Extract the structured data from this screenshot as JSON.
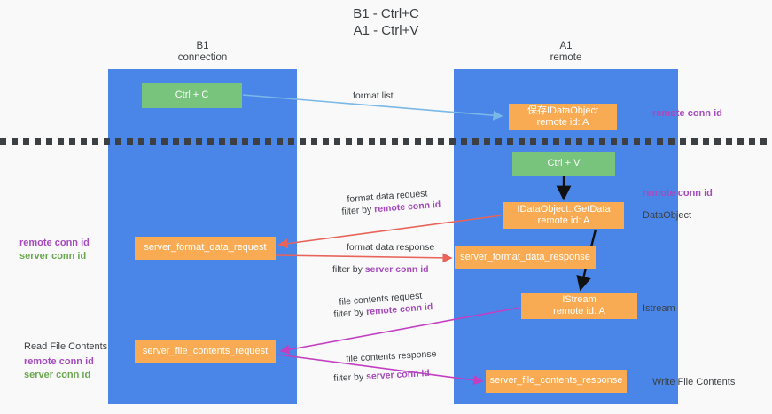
{
  "diagram": {
    "title": "B1 - Ctrl+C\nA1 - Ctrl+V",
    "columns": [
      {
        "label": "B1\nconnection"
      },
      {
        "label": "A1\nremote"
      }
    ],
    "nodes": {
      "ctrl_c": "Ctrl + C",
      "ctrl_v": "Ctrl + V",
      "data_object": "保存IDataObject\nremote id: A",
      "get_data": "IDataObject::GetData\nremote id: A",
      "istream": "IStream\nremote id: A",
      "server_format_data_request": "server_format_data_request",
      "server_format_data_response": "server_format_data_response",
      "server_file_contents_request": "server_file_contents_request",
      "server_file_contents_response": "server_file_contents_response"
    },
    "edge_labels": {
      "format_list": "format list",
      "format_data_request": "format data request",
      "format_data_request_filter_prefix": "filter by ",
      "format_data_request_filter_key": "remote conn id",
      "format_data_response": "format data response",
      "format_data_response_filter_prefix": "filter by ",
      "format_data_response_filter_key": "server conn id",
      "file_contents_request": "file contents request",
      "file_contents_request_filter_prefix": "filter by ",
      "file_contents_request_filter_key": "remote conn id",
      "file_contents_response": "file contents response",
      "file_contents_response_filter_prefix": "filter by ",
      "file_contents_response_filter_key": "server conn id"
    },
    "annotations": {
      "remote_conn_id_top": "remote conn id",
      "remote_conn_id_mid": "remote conn id",
      "dataobject": "DataObject",
      "istream": "Istream",
      "write_file_contents": "Write File Contents",
      "read_file_contents": "Read File Contents",
      "left_remote_conn_id": "remote conn id",
      "left_server_conn_id": "server conn id",
      "left_remote_conn_id_2": "remote conn id",
      "left_server_conn_id_2": "server conn id"
    },
    "colors": {
      "lane": "#4a86e8",
      "node_green": "#78c47c",
      "node_orange": "#f9ab53",
      "accent_purple": "#a64bbd",
      "accent_green": "#6aa84f",
      "arrow_red": "#e8645a",
      "arrow_blue": "#7ab8e8",
      "arrow_magenta": "#c23fc2",
      "background": "#f9f9f9",
      "dashed_line": "#3c4043"
    }
  }
}
